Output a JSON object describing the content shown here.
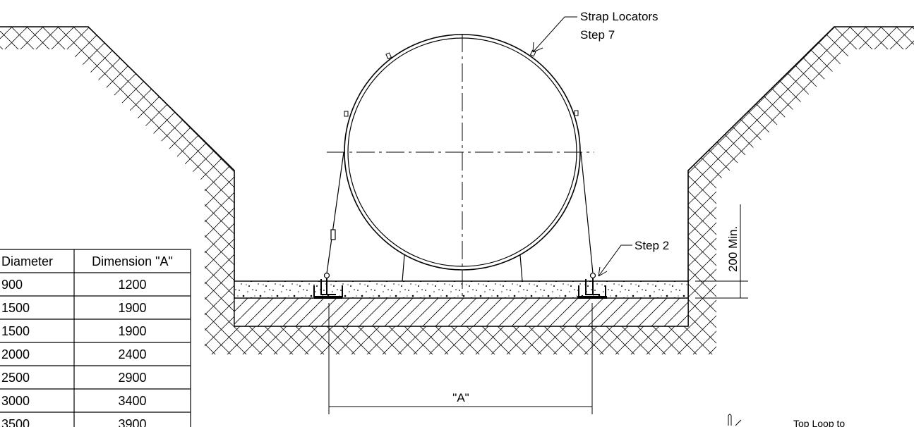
{
  "labels": {
    "strap_locators": "Strap Locators",
    "strap_step": "Step 7",
    "step2": "Step 2",
    "min_depth": "200 Min.",
    "dimension_a": "\"A\"",
    "top_loop": "Top Loop to"
  },
  "table": {
    "headers": [
      "Diameter",
      "Dimension \"A\""
    ],
    "rows": [
      [
        "900",
        "1200"
      ],
      [
        "1500",
        "1900"
      ],
      [
        "1500",
        "1900"
      ],
      [
        "2000",
        "2400"
      ],
      [
        "2500",
        "2900"
      ],
      [
        "3000",
        "3400"
      ],
      [
        "3500",
        "3900"
      ]
    ]
  }
}
